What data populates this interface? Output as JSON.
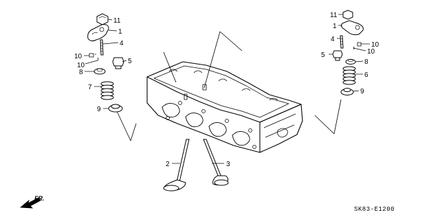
{
  "diagram": {
    "drawing_code": "SK83-E1200",
    "front_marker": "FR.",
    "callouts": [
      {
        "id": "c11L",
        "label": "11"
      },
      {
        "id": "c1L",
        "label": "1"
      },
      {
        "id": "c4L",
        "label": "4"
      },
      {
        "id": "c10La",
        "label": "10"
      },
      {
        "id": "c10Lb",
        "label": "10"
      },
      {
        "id": "c5L",
        "label": "5"
      },
      {
        "id": "c8L",
        "label": "8"
      },
      {
        "id": "c7L",
        "label": "7"
      },
      {
        "id": "c9L",
        "label": "9"
      },
      {
        "id": "c2",
        "label": "2"
      },
      {
        "id": "c3",
        "label": "3"
      },
      {
        "id": "c11R",
        "label": "11"
      },
      {
        "id": "c1R",
        "label": "1"
      },
      {
        "id": "c4R",
        "label": "4"
      },
      {
        "id": "c10Ra",
        "label": "10"
      },
      {
        "id": "c10Rb",
        "label": "10"
      },
      {
        "id": "c5R",
        "label": "5"
      },
      {
        "id": "c8R",
        "label": "8"
      },
      {
        "id": "c6R",
        "label": "6"
      },
      {
        "id": "c9R",
        "label": "9"
      }
    ]
  }
}
